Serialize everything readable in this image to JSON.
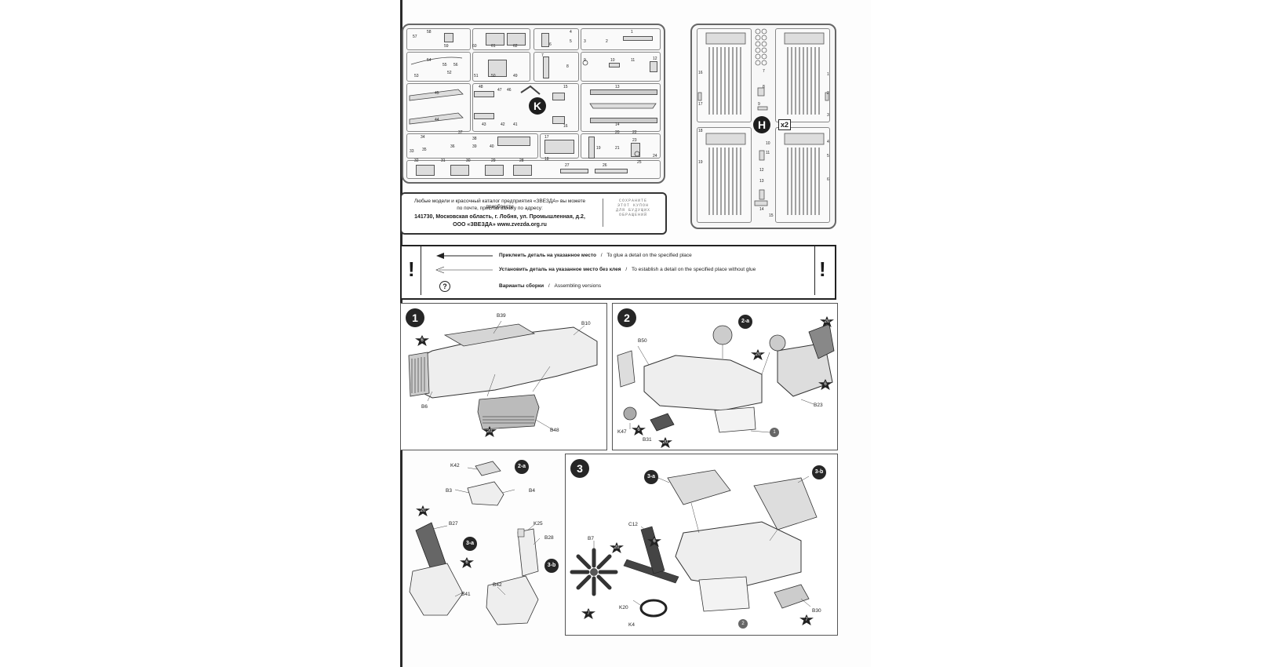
{
  "sprue_k": {
    "letter": "K",
    "part_numbers": [
      "57",
      "58",
      "59",
      "60",
      "61",
      "62",
      "54",
      "55",
      "56",
      "53",
      "52",
      "51",
      "50",
      "49",
      "48",
      "47",
      "46",
      "45",
      "44",
      "43",
      "42",
      "41",
      "37",
      "35",
      "36",
      "34",
      "33",
      "32",
      "31",
      "30",
      "29",
      "28",
      "1",
      "2",
      "3",
      "4",
      "5",
      "6",
      "7",
      "8",
      "9",
      "10",
      "11",
      "12",
      "13",
      "14",
      "15",
      "16",
      "17",
      "18",
      "19",
      "20",
      "21",
      "22",
      "23",
      "24",
      "25",
      "26",
      "27",
      "38",
      "39",
      "40"
    ]
  },
  "sprue_h": {
    "letter": "H",
    "multiplier": "x2",
    "part_numbers": [
      "16",
      "17",
      "18",
      "19",
      "1",
      "2",
      "3",
      "4",
      "5",
      "6",
      "7",
      "8",
      "9",
      "10",
      "11",
      "12",
      "13",
      "14",
      "15"
    ]
  },
  "info": {
    "line1": "Любые модели и красочный каталог предприятия «ЗВЕЗДА» вы можете приобрести",
    "line2": "по почте, прислав заявку по адресу:",
    "line3": "141730, Московская область, г. Лобня, ул. Промышленная, д.2,",
    "line4": "ООО «ЗВЕЗДА»   www.zvezda.org.ru",
    "coupon": [
      "СОХРАНИТЕ",
      "ЭТОТ КУПОН",
      "ДЛЯ БУДУЩИХ",
      "ОБРАЩЕНИЙ"
    ]
  },
  "legend": {
    "glue_ru": "Приклеить деталь на указанное место",
    "glue_en": "To glue a detail on the specified place",
    "noglue_ru": "Установить деталь на указанное место без клея",
    "noglue_en": "To establish a detail on the specified place without glue",
    "variants_ru": "Варианты сборки",
    "variants_en": "Assembling versions",
    "separator": "/",
    "bang": "!",
    "question": "?"
  },
  "steps": {
    "s1": {
      "number": "1",
      "labels": [
        "B39",
        "B10",
        "B6",
        "B48"
      ],
      "stars": [
        "6",
        "20"
      ]
    },
    "s2": {
      "number": "2",
      "labels": [
        "B50",
        "K47",
        "B31",
        "B23"
      ],
      "subs": [
        "2-a"
      ],
      "stars": [
        "20",
        "20",
        "6",
        "6",
        "20"
      ],
      "ref": "1"
    },
    "s2a": {
      "number": "2-a",
      "labels": [
        "K42",
        "B3",
        "B4"
      ]
    },
    "s3a": {
      "number": "3-a",
      "labels": [
        "B27",
        "B41"
      ],
      "stars": [
        "20",
        "6"
      ]
    },
    "s3b": {
      "number": "3-b",
      "labels": [
        "K25",
        "B28",
        "B42"
      ]
    },
    "s3": {
      "number": "3",
      "labels": [
        "3-a",
        "3-b",
        "C12",
        "B7",
        "K20",
        "K4",
        "B30"
      ],
      "stars": [
        "6",
        "20",
        "7",
        "7"
      ],
      "ref": "2"
    }
  },
  "colors": {
    "ink": "#1e1e1e",
    "paper": "#fdfdfd",
    "line": "#555555"
  }
}
